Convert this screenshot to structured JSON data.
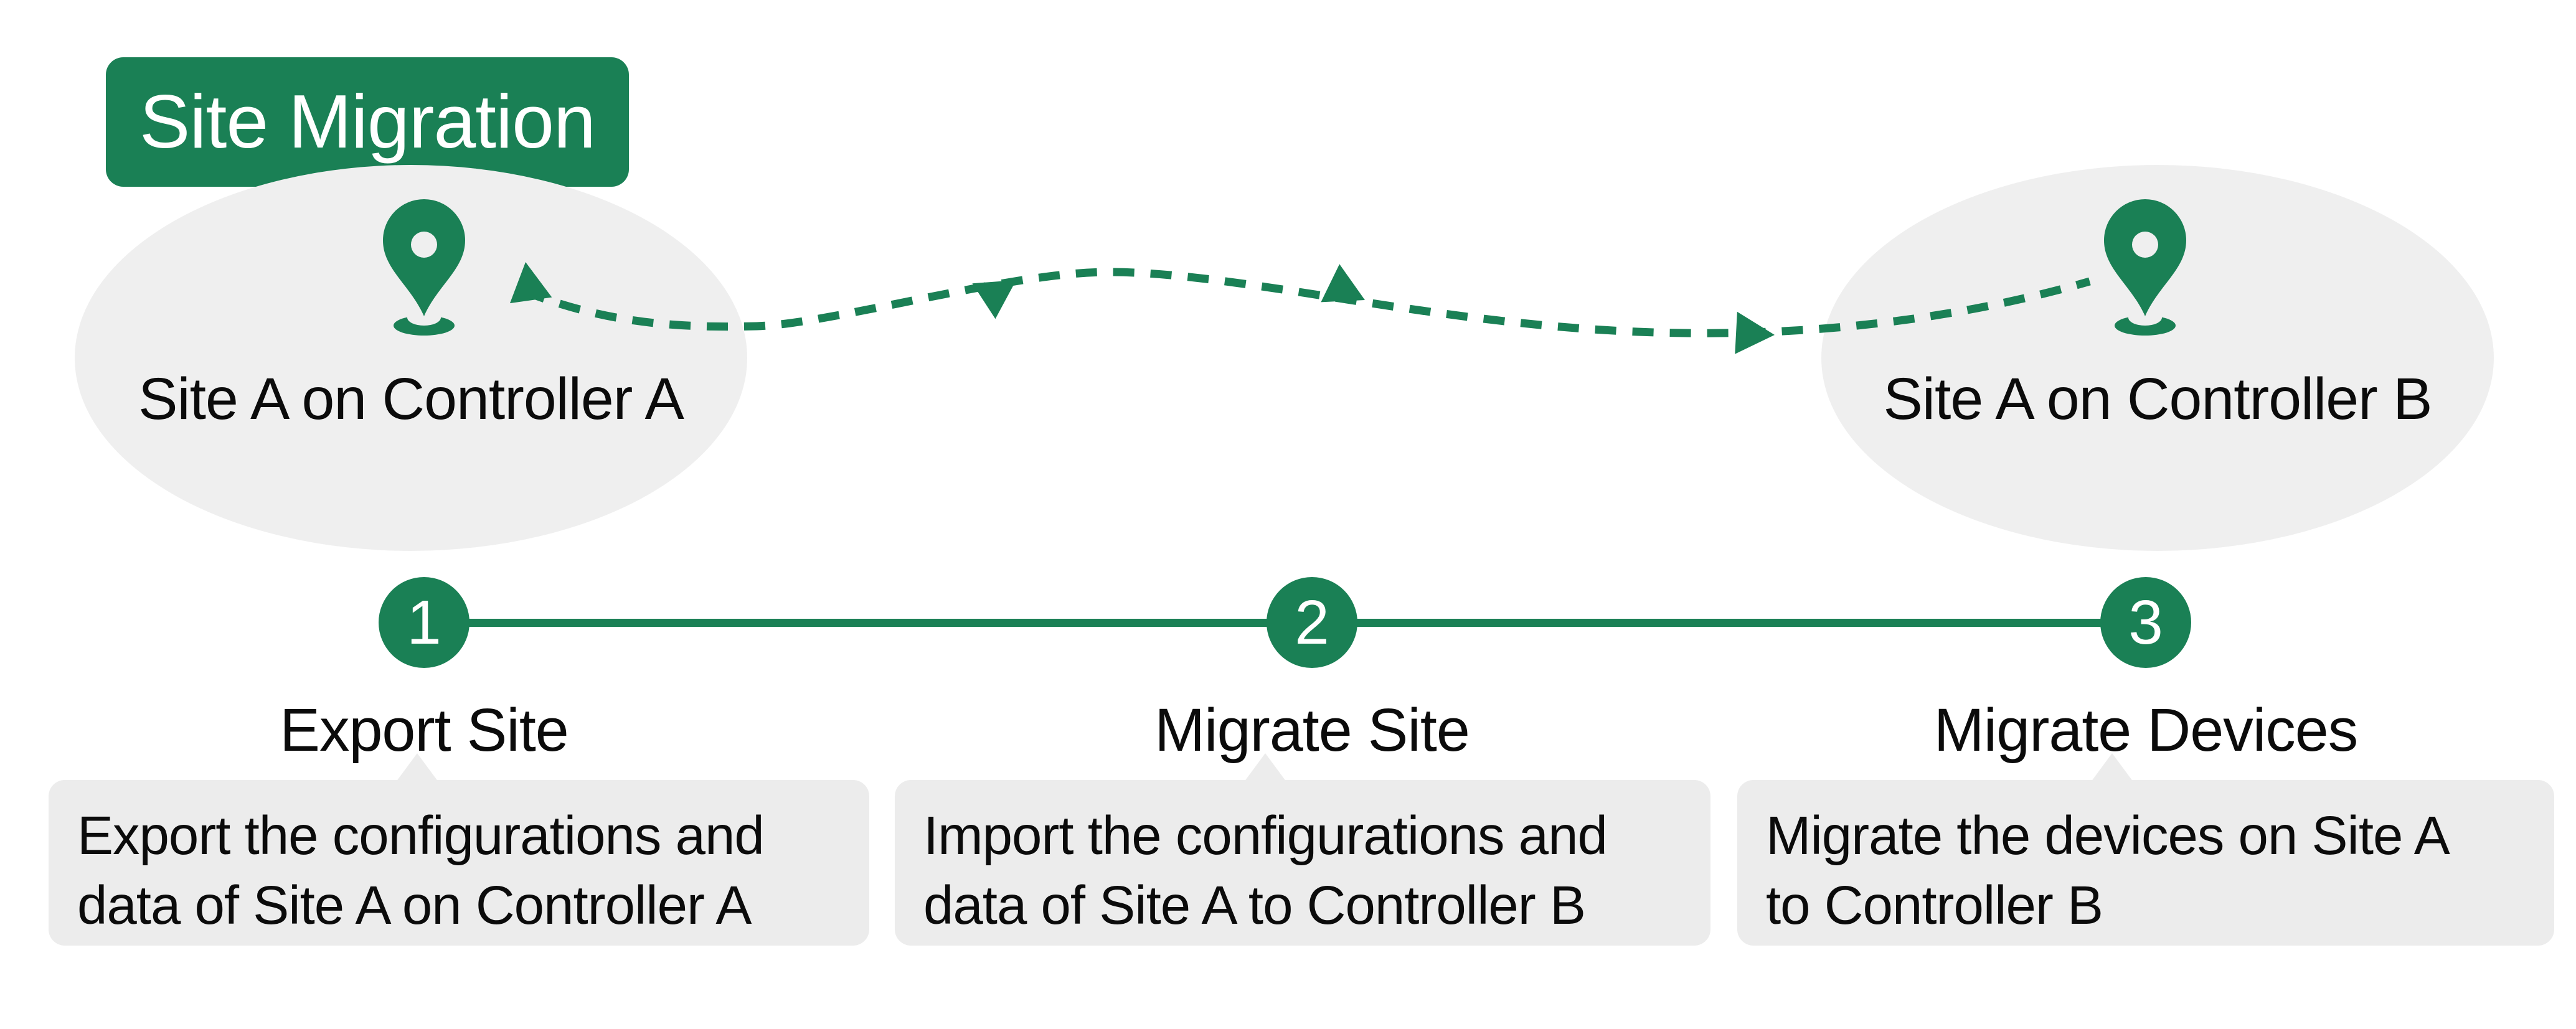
{
  "badge": {
    "label": "Site Migration"
  },
  "sites": {
    "left": {
      "label": "Site A on Controller A",
      "icon": "location-pin-icon"
    },
    "right": {
      "label": "Site A on Controller B",
      "icon": "location-pin-icon"
    }
  },
  "migration_path": {
    "style": "dashed",
    "direction": "left-to-right",
    "arrow_icon": "arrowhead-icon"
  },
  "steps": [
    {
      "number": "1",
      "label": "Export Site",
      "description_lines": [
        "Export the configurations and",
        "data of Site A on Controller A"
      ]
    },
    {
      "number": "2",
      "label": "Migrate Site",
      "description_lines": [
        "Import the configurations and",
        "data of Site A to Controller B"
      ]
    },
    {
      "number": "3",
      "label": "Migrate Devices",
      "description_lines": [
        "Migrate the devices on Site A",
        "to Controller B"
      ]
    }
  ],
  "colors": {
    "brand_green": "#1a8055",
    "ellipse_gray": "#efefef",
    "box_gray": "#ececec",
    "text": "#0b0b0b",
    "badge_text": "#ffffff"
  }
}
